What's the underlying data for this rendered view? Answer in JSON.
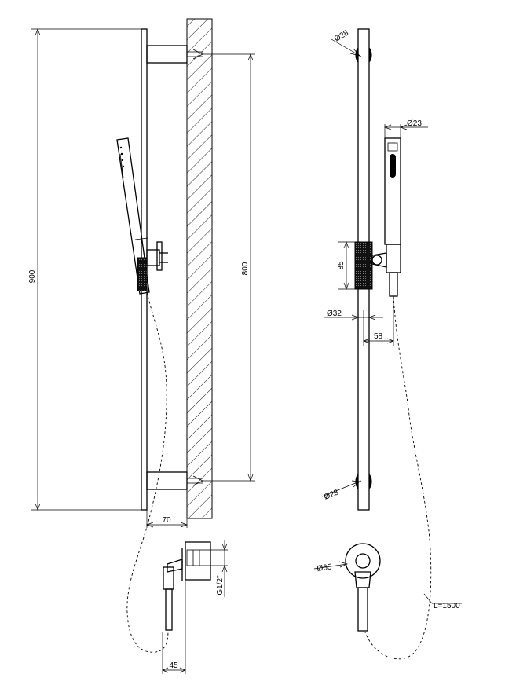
{
  "dimensions": {
    "height_900": "900",
    "spacing_800": "800",
    "wall_offset_70": "70",
    "outlet_depth_45": "45",
    "thread_g12": "G1/2\"",
    "support_dia_top": "Ø28",
    "support_dia_bottom": "Ø28",
    "handshower_dia": "Ø23",
    "slider_height": "85",
    "rail_dia": "Ø32",
    "slider_projection": "58",
    "flange_dia": "Ø65",
    "hose_length": "L=1500"
  }
}
